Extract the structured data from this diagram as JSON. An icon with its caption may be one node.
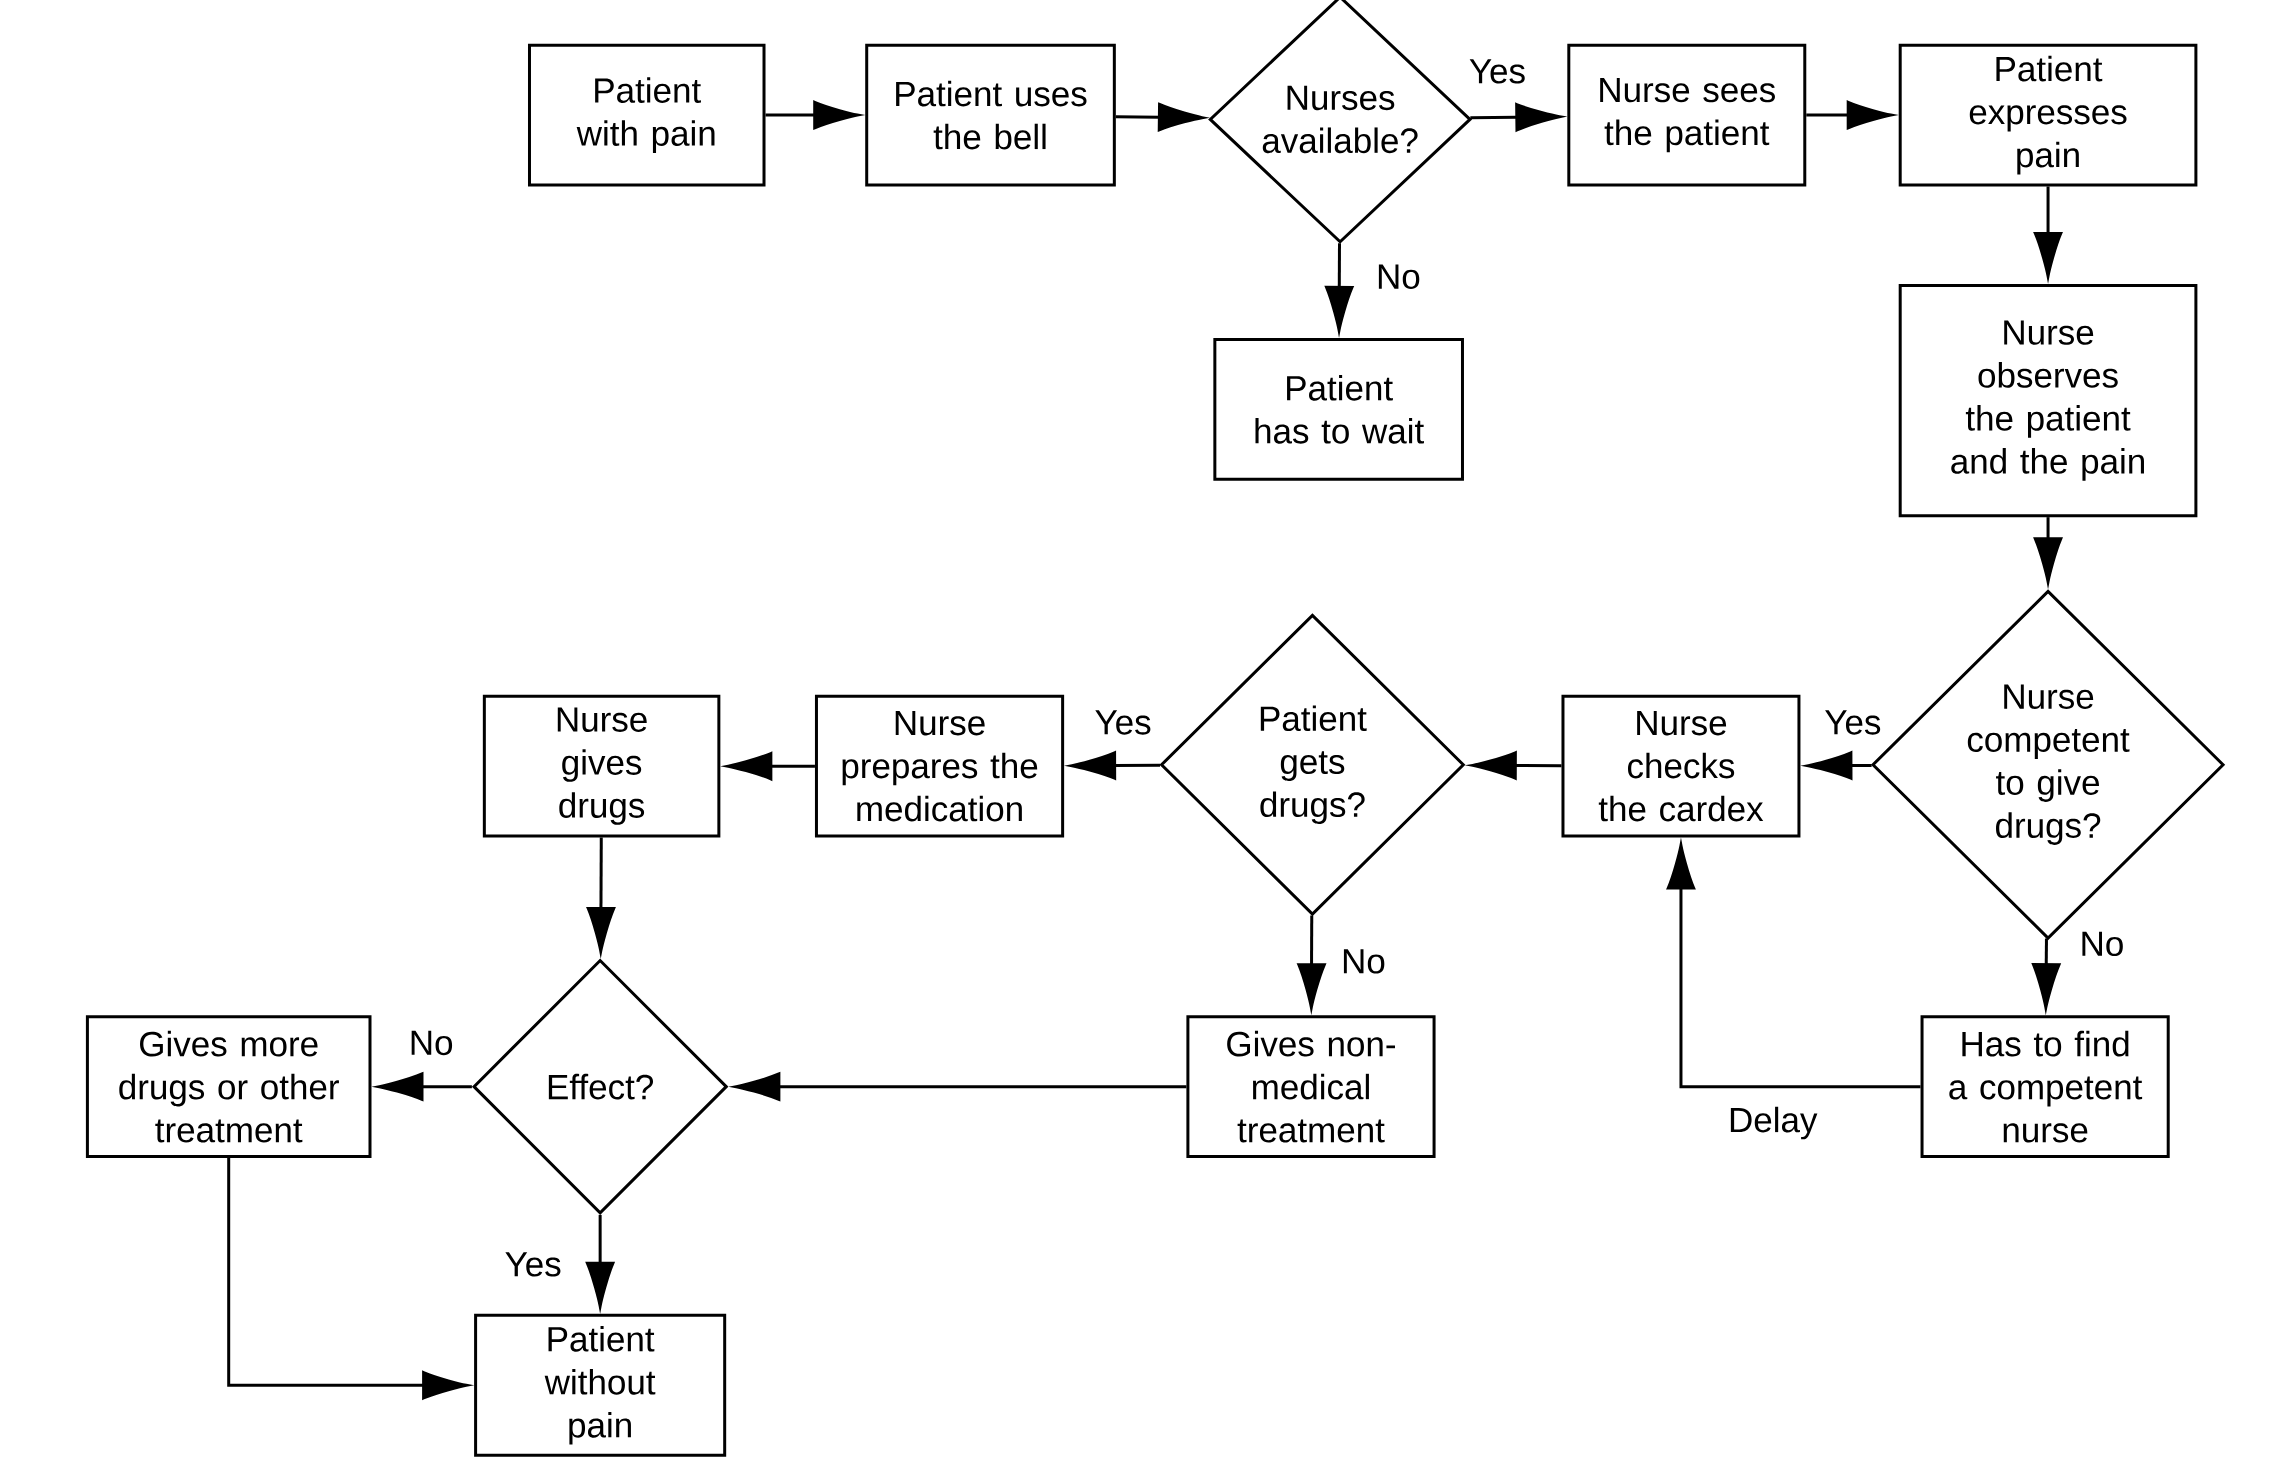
{
  "diagram": {
    "nodes": [
      {
        "text": [
          "Patient with pain"
        ]
      },
      {
        "text": [
          "Patient uses the bell"
        ]
      },
      {
        "text": [
          "Nurses available?"
        ]
      },
      {
        "text": [
          "Nurse sees the patient"
        ]
      },
      {
        "text": [
          "Patient expresses pain"
        ]
      },
      {
        "text": [
          "Patient has to wait"
        ]
      },
      {
        "text": [
          "Nurse observes the patient and the pain"
        ]
      },
      {
        "text": [
          "Nurse competent to give drugs?"
        ]
      },
      {
        "text": [
          "Nurse checks the cardex"
        ]
      },
      {
        "text": [
          "Patient gets drugs?"
        ]
      },
      {
        "text": [
          "Nurse prepares the medication"
        ]
      },
      {
        "text": [
          "Nurse gives drugs"
        ]
      },
      {
        "text": [
          "Has to find a competent nurse"
        ]
      },
      {
        "text": [
          "Gives non-medical treatment"
        ]
      },
      {
        "text": [
          "Effect?"
        ]
      },
      {
        "text": [
          "Gives more drugs or other treatment"
        ]
      },
      {
        "text": [
          "Patient without pain"
        ]
      }
    ],
    "edges": [
      {
        "from": 0,
        "to": 1,
        "arrow": "to"
      },
      {
        "from": 1,
        "to": 2,
        "arrow": "to"
      },
      {
        "from": 2,
        "to": 3,
        "arrow": "to",
        "label": "Yes"
      },
      {
        "from": 2,
        "to": 5,
        "arrow": "to",
        "label": "No"
      },
      {
        "from": 3,
        "to": 4,
        "arrow": "to"
      },
      {
        "from": 4,
        "to": 6,
        "arrow": "to"
      },
      {
        "from": 6,
        "to": 7,
        "arrow": "to"
      },
      {
        "from": 7,
        "to": 8,
        "arrow": "to",
        "label": "Yes"
      },
      {
        "from": 7,
        "to": 12,
        "arrow": "to",
        "label": "No"
      },
      {
        "from": 12,
        "to": 8,
        "arrow": "to",
        "label": "Delay"
      },
      {
        "from": 8,
        "to": 9,
        "arrow": "to"
      },
      {
        "from": 9,
        "to": 10,
        "arrow": "to",
        "label": "Yes"
      },
      {
        "from": 9,
        "to": 13,
        "arrow": "to",
        "label": "No"
      },
      {
        "from": 10,
        "to": 11,
        "arrow": "to"
      },
      {
        "from": 11,
        "to": 14,
        "arrow": "to"
      },
      {
        "from": 13,
        "to": 14,
        "arrow": "to"
      },
      {
        "from": 14,
        "to": 15,
        "arrow": "to",
        "label": "No"
      },
      {
        "from": 14,
        "to": 16,
        "arrow": "to",
        "label": "Yes"
      },
      {
        "from": 15,
        "to": 16,
        "arrow": "to"
      }
    ]
  }
}
